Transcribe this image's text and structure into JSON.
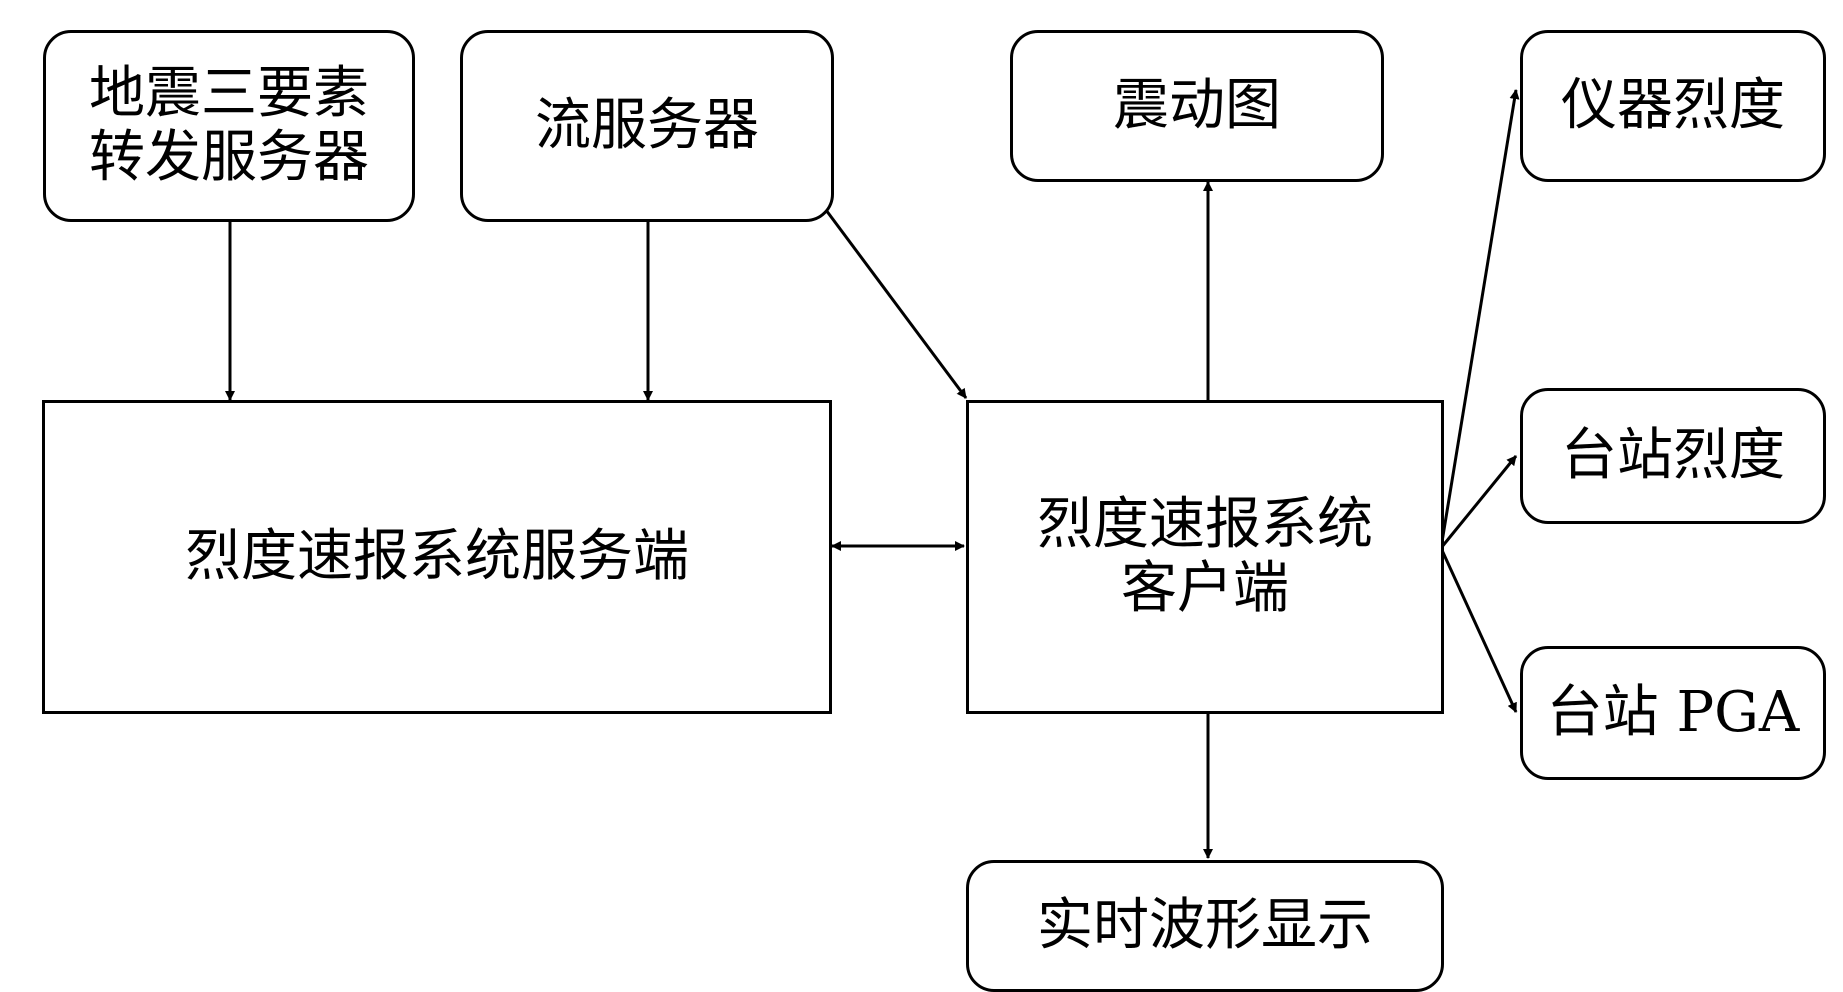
{
  "nodes": {
    "seismic_forwarder": {
      "line1": "地震三要素",
      "line2": "转发服务器"
    },
    "stream_server": {
      "label": "流服务器"
    },
    "shakemap": {
      "label": "震动图"
    },
    "instrument_intensity": {
      "label": "仪器烈度"
    },
    "intensity_server": {
      "label": "烈度速报系统服务端"
    },
    "intensity_client": {
      "line1": "烈度速报系统",
      "line2": "客户端"
    },
    "station_intensity": {
      "label": "台站烈度"
    },
    "station_pga": {
      "label": "台站 PGA"
    },
    "realtime_waveform": {
      "label": "实时波形显示"
    }
  },
  "style": {
    "stroke": "#000000",
    "fill": "#ffffff"
  }
}
